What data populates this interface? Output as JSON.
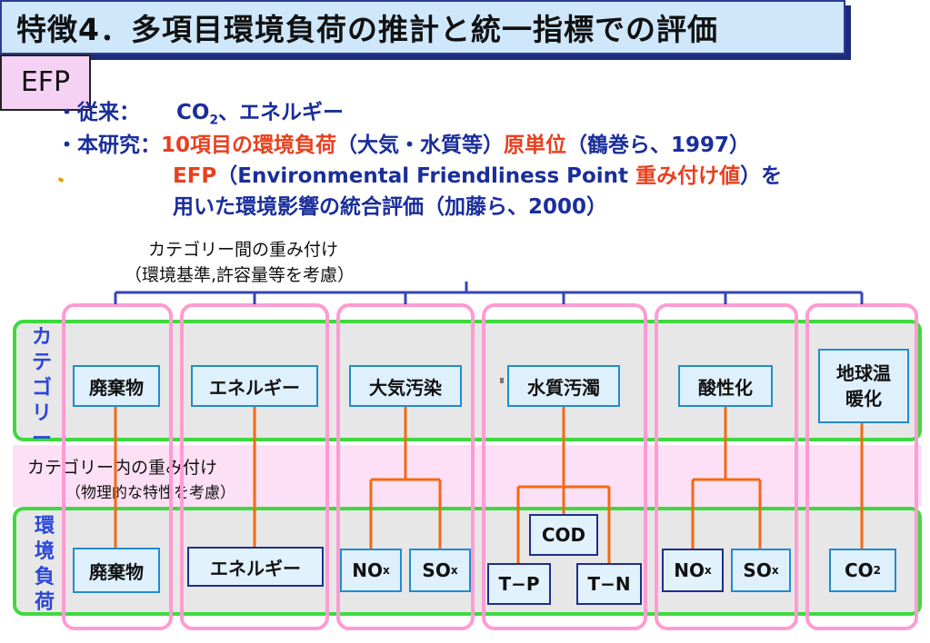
{
  "title": "特徴4．多項目環境負荷の推計と統一指標での評価",
  "bullets": {
    "line1_prefix": "・従来：",
    "line1_co": "CO",
    "line1_sub": "2",
    "line1_rest": "、エネルギー",
    "line2_prefix": "・本研究：",
    "line2_red1": "10項目の環境負荷",
    "line2_mid": "（大気・水質等）",
    "line2_red2": "原単位",
    "line2_rest": "（鶴巻ら、1997）",
    "line3_red1": "EFP",
    "line3_mid": "（Environmental Friendliness Point  ",
    "line3_red2": "重み付け値",
    "line3_rest": "）を",
    "line4": "用いた環境影響の統合評価（加藤ら、2000）"
  },
  "labels": {
    "category_weight_1": "カテゴリー間の重み付け",
    "category_weight_2": "（環境基準,許容量等を考慮）",
    "efp": "EFP",
    "inner_weight_1": "カテゴリー内の重み付け",
    "inner_weight_2": "（物理的な特性を考慮）",
    "band_category": "カテゴリー",
    "band_load": "環境負荷"
  },
  "categories": [
    {
      "label": "廃棄物"
    },
    {
      "label": "エネルギー"
    },
    {
      "label": "大気汚染"
    },
    {
      "label": "水質汚濁"
    },
    {
      "label": "酸性化"
    },
    {
      "label": "地球温暖化"
    }
  ],
  "loads": {
    "waste": "廃棄物",
    "energy": "エネルギー",
    "air_nox": {
      "base": "NO",
      "sub": "x"
    },
    "air_sox": {
      "base": "SO",
      "sub": "x"
    },
    "water_cod": "COD",
    "water_tp": "T−P",
    "water_tn": "T−N",
    "acid_nox": {
      "base": "NO",
      "sub": "x"
    },
    "acid_sox": {
      "base": "SO",
      "sub": "x"
    },
    "co2": {
      "base": "CO",
      "sub": "2"
    }
  },
  "colors": {
    "title_bg": "#cfe7fb",
    "text_blue": "#1a2e9a",
    "text_red": "#e8401f",
    "band_green": "#3fd93f",
    "col_pink": "#ff9bd2",
    "connector_orange": "#f26a13",
    "connector_blue": "#3346b8"
  }
}
